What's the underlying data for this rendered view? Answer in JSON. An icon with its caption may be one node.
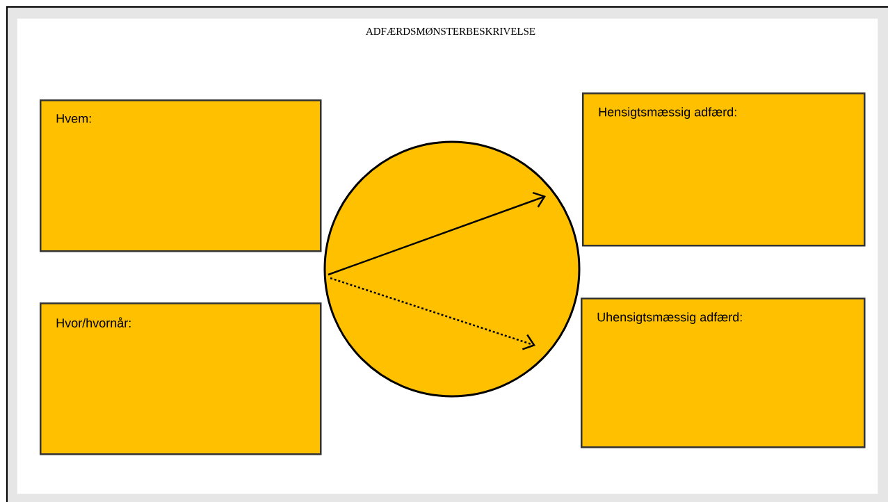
{
  "diagram": {
    "title": "ADFÆRDSMØNSTERBESKRIVELSE",
    "nodes": [
      {
        "text": [
          "Hvem:"
        ]
      },
      {
        "text": [
          "Hvor/hvornår:"
        ]
      },
      {
        "text": [],
        "shape": "circle"
      },
      {
        "text": [
          "Hensigtsmæssig adfærd:"
        ]
      },
      {
        "text": [
          "Uhensigtsmæssig adfærd:"
        ]
      }
    ]
  }
}
